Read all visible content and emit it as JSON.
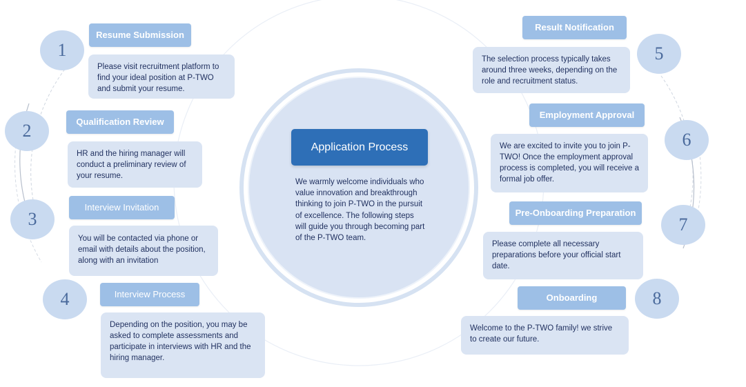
{
  "center": {
    "title": "Application Process",
    "description": "We warmly welcome individuals who value innovation and breakthrough thinking to join P-TWO in the pursuit of excellence. The following steps will guide you through becoming part of the P-TWO team."
  },
  "steps": [
    {
      "number": "1",
      "title": "Resume Submission",
      "description": "Please visit recruitment platform to find your ideal position at P-TWO and submit your resume."
    },
    {
      "number": "2",
      "title": "Qualification Review",
      "description": "HR and the hiring manager will conduct a preliminary review of your resume."
    },
    {
      "number": "3",
      "title": "Interview Invitation",
      "description": "You will be contacted via phone or email with details about the position, along with an invitation"
    },
    {
      "number": "4",
      "title": "Interview Process",
      "description": "Depending on the position, you may be asked to complete assessments and participate in interviews with HR and the hiring manager."
    },
    {
      "number": "5",
      "title": "Result Notification",
      "description": "The selection process typically takes around three weeks, depending on the role and recruitment status."
    },
    {
      "number": "6",
      "title": "Employment Approval",
      "description": "We are excited to invite you to join P-TWO! Once the employment approval process is completed, you will receive a formal job offer."
    },
    {
      "number": "7",
      "title": "Pre-Onboarding Preparation",
      "description": "Please complete all necessary preparations before your official start date."
    },
    {
      "number": "8",
      "title": "Onboarding",
      "description": "Welcome to the P-TWO family! we strive to create our future."
    }
  ],
  "colors": {
    "accent": "#2e6fb7",
    "tag": "#9dbfe6",
    "card": "#dae4f3",
    "number_circle": "#c9daf0"
  }
}
